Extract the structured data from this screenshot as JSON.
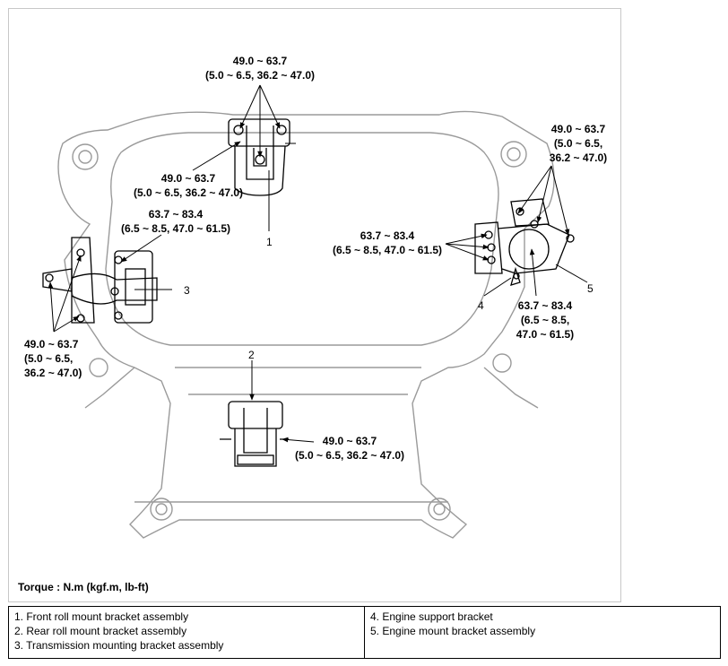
{
  "torque_note": "Torque : N.m (kgf.m, lb-ft)",
  "labels": {
    "top": [
      "49.0 ~ 63.7",
      "(5.0 ~ 6.5, 36.2 ~ 47.0)"
    ],
    "front_left": [
      "49.0 ~ 63.7",
      "(5.0 ~ 6.5, 36.2 ~ 47.0)"
    ],
    "mid_left": [
      "63.7 ~ 83.4",
      "(6.5 ~ 8.5, 47.0 ~ 61.5)"
    ],
    "left": [
      "49.0 ~ 63.7",
      "(5.0 ~ 6.5,",
      "36.2 ~ 47.0)"
    ],
    "bottom": [
      "49.0 ~ 63.7",
      "(5.0 ~ 6.5, 36.2 ~ 47.0)"
    ],
    "right_top": [
      "49.0 ~ 63.7",
      "(5.0 ~ 6.5,",
      "36.2 ~ 47.0)"
    ],
    "right_mid": [
      "63.7 ~ 83.4",
      "(6.5 ~ 8.5, 47.0 ~ 61.5)"
    ],
    "right_bottom": [
      "63.7 ~ 83.4",
      "(6.5 ~ 8.5,",
      "47.0 ~ 61.5)"
    ]
  },
  "callouts": [
    "1",
    "2",
    "3",
    "4",
    "5"
  ],
  "legend": {
    "left": [
      "1. Front roll mount bracket assembly",
      "2. Rear roll mount bracket assembly",
      "3. Transmission mounting bracket assembly"
    ],
    "right": [
      "4. Engine support bracket",
      "5. Engine mount bracket assembly"
    ]
  }
}
